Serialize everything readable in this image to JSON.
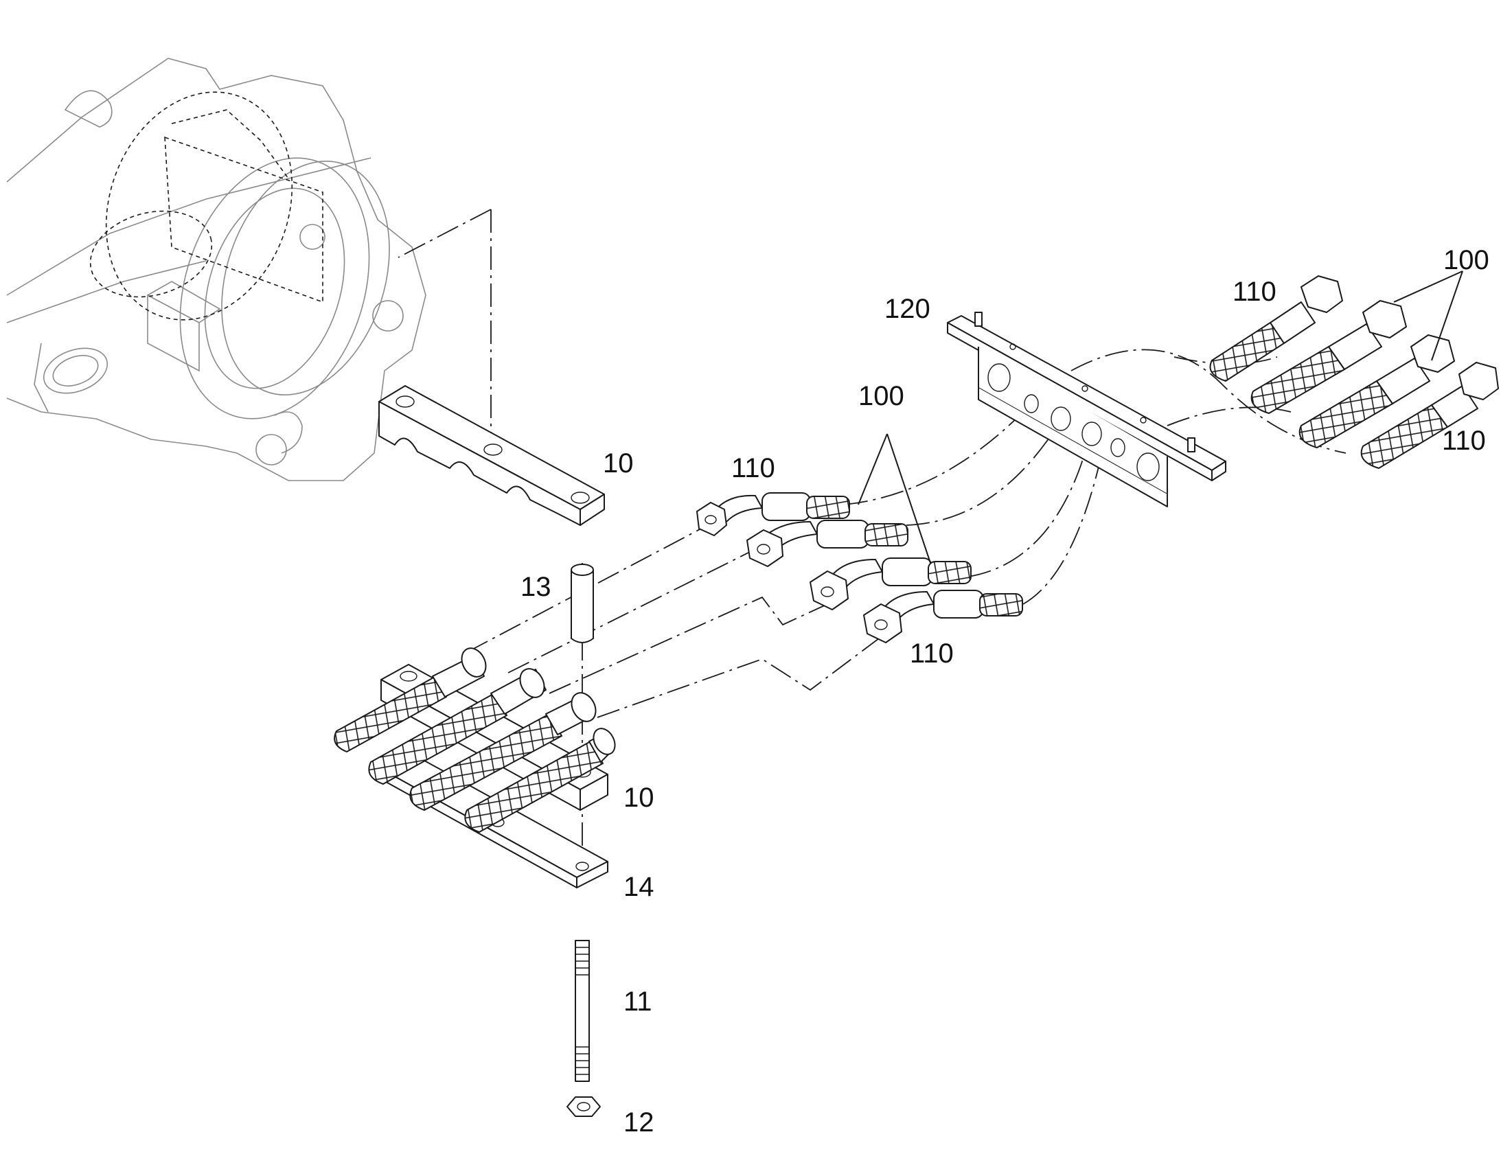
{
  "callouts": {
    "c10_top": "10",
    "c13": "13",
    "c10_bottom": "10",
    "c14": "14",
    "c11": "11",
    "c12": "12",
    "c120": "120",
    "c110_mid": "110",
    "c100_mid": "100",
    "c110_lower": "110",
    "c110_right_top": "110",
    "c100_right": "100",
    "c110_right_bottom": "110"
  }
}
